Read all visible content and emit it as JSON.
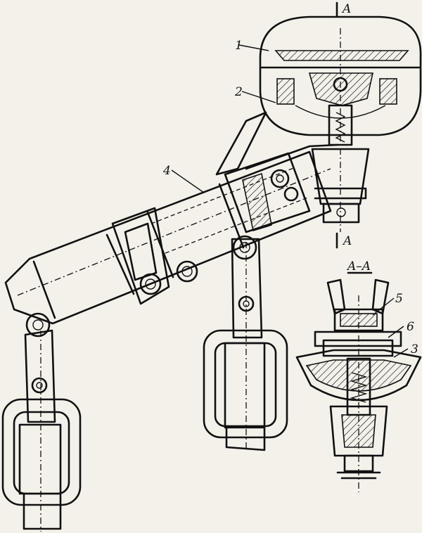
{
  "labels": {
    "part_1": "1",
    "part_2": "2",
    "part_3": "3",
    "part_4": "4",
    "part_5": "5",
    "part_6": "6",
    "section_top": "A",
    "section_bottom": "A",
    "section_title": "A–A"
  }
}
